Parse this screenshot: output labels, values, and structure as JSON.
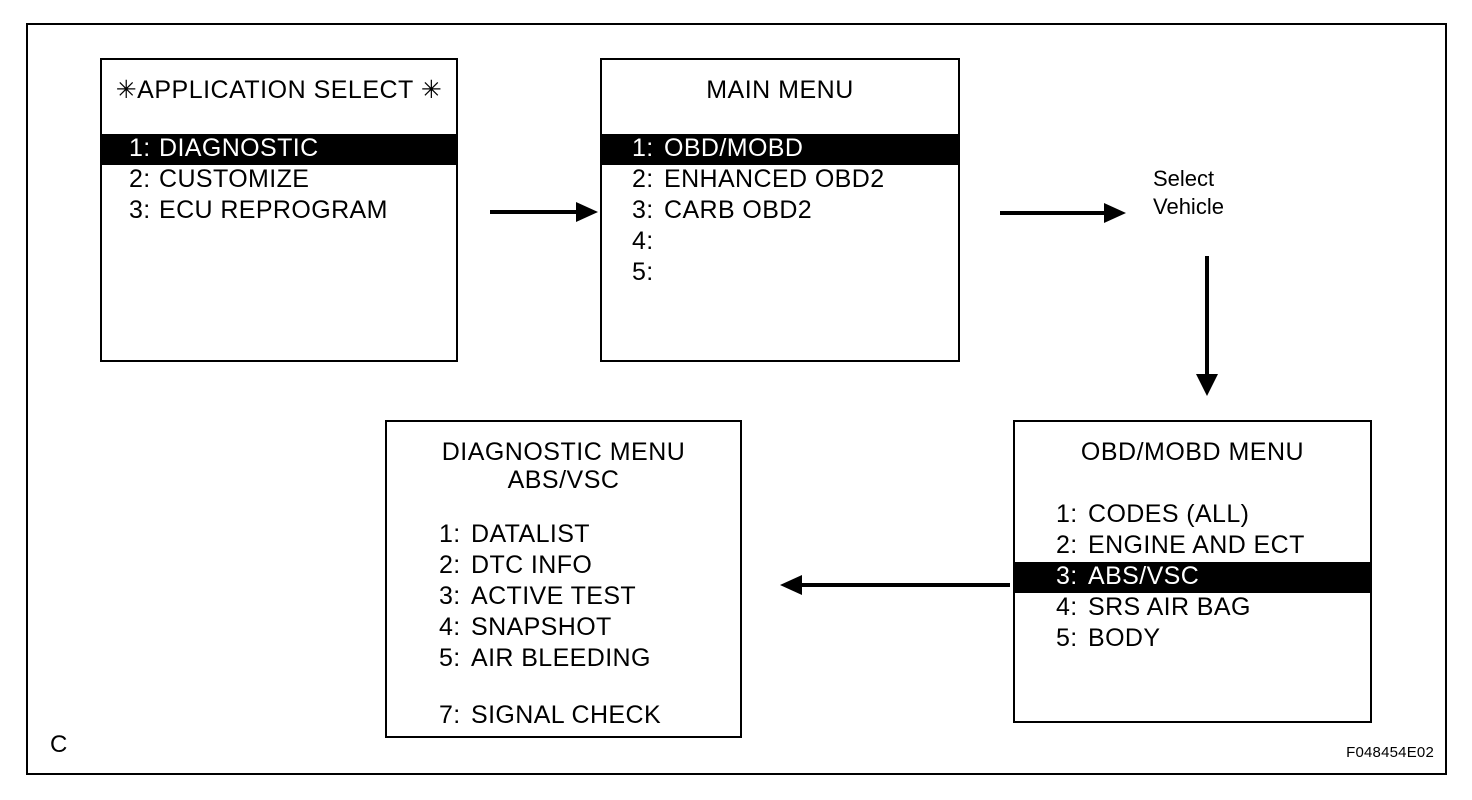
{
  "figure": {
    "corner_mark": "C",
    "figure_code": "F048454E02"
  },
  "screens": {
    "application_select": {
      "title": "✳APPLICATION SELECT ✳",
      "items": [
        {
          "index": "1:",
          "label": "DIAGNOSTIC",
          "selected": true
        },
        {
          "index": "2:",
          "label": "CUSTOMIZE",
          "selected": false
        },
        {
          "index": "3:",
          "label": "ECU REPROGRAM",
          "selected": false
        }
      ]
    },
    "main_menu": {
      "title": "MAIN  MENU",
      "items": [
        {
          "index": "1:",
          "label": "OBD/MOBD",
          "selected": true
        },
        {
          "index": "2:",
          "label": "ENHANCED OBD2",
          "selected": false
        },
        {
          "index": "3:",
          "label": "CARB OBD2",
          "selected": false
        },
        {
          "index": "4:",
          "label": "",
          "selected": false
        },
        {
          "index": "5:",
          "label": "",
          "selected": false
        }
      ]
    },
    "diagnostic_menu": {
      "title": "DIAGNOSTIC MENU",
      "subtitle": "ABS/VSC",
      "items": [
        {
          "index": "1:",
          "label": "DATALIST",
          "selected": false
        },
        {
          "index": "2:",
          "label": "DTC INFO",
          "selected": false
        },
        {
          "index": "3:",
          "label": "ACTIVE TEST",
          "selected": false
        },
        {
          "index": "4:",
          "label": "SNAPSHOT",
          "selected": false
        },
        {
          "index": "5:",
          "label": "AIR BLEEDING",
          "selected": false
        },
        {
          "index": "",
          "label": "",
          "selected": false
        },
        {
          "index": "7:",
          "label": "SIGNAL CHECK",
          "selected": false
        }
      ]
    },
    "obd_mobd_menu": {
      "title": "OBD/MOBD MENU",
      "items": [
        {
          "index": "1:",
          "label": "CODES (ALL)",
          "selected": false
        },
        {
          "index": "2:",
          "label": "ENGINE AND ECT",
          "selected": false
        },
        {
          "index": "3:",
          "label": "ABS/VSC",
          "selected": true
        },
        {
          "index": "4:",
          "label": "SRS AIR BAG",
          "selected": false
        },
        {
          "index": "5:",
          "label": "BODY",
          "selected": false
        }
      ]
    }
  },
  "notes": {
    "select_vehicle": "Select\nVehicle"
  },
  "colors": {
    "ink": "#000000",
    "paper": "#ffffff",
    "highlight_bg": "#000000",
    "highlight_fg": "#ffffff"
  }
}
